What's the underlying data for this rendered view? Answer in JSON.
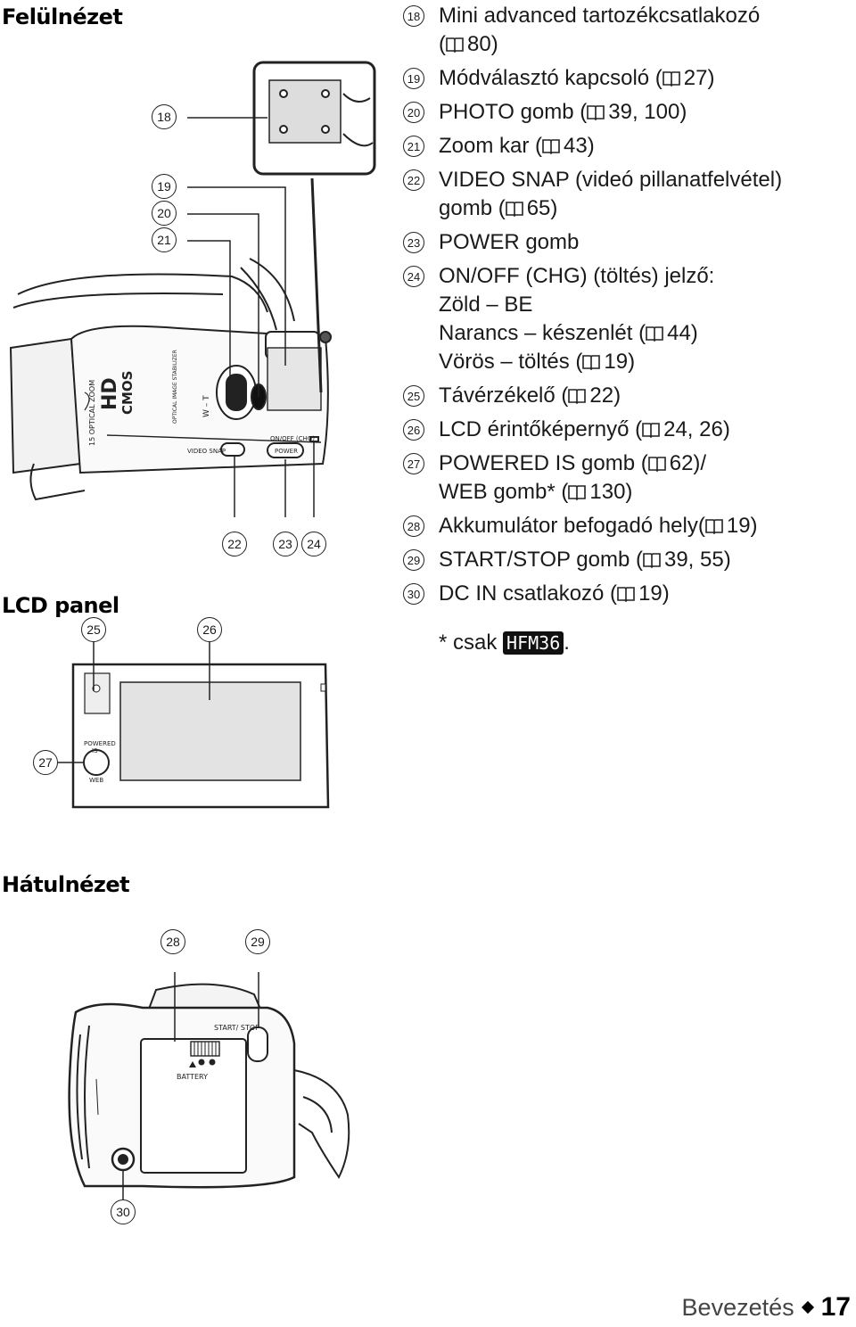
{
  "headings": {
    "top": "Felülnézet",
    "lcd": "LCD panel",
    "back": "Hátulnézet"
  },
  "items": [
    {
      "num": "18",
      "lines": [
        "Mini advanced tartozékcsatlakozó",
        "( 80)"
      ]
    },
    {
      "num": "19",
      "lines": [
        "Módválasztó kapcsoló ( 27)"
      ]
    },
    {
      "num": "20",
      "lines": [
        "PHOTO gomb ( 39, 100)"
      ]
    },
    {
      "num": "21",
      "lines": [
        "Zoom kar ( 43)"
      ]
    },
    {
      "num": "22",
      "lines": [
        "VIDEO SNAP (videó pillanatfelvétel)",
        "gomb ( 65)"
      ]
    },
    {
      "num": "23",
      "lines": [
        "POWER gomb"
      ]
    },
    {
      "num": "24",
      "lines": [
        "ON/OFF (CHG) (töltés) jelző:",
        "Zöld – BE",
        "Narancs – készenlét ( 44)",
        "Vörös – töltés ( 19)"
      ]
    },
    {
      "num": "25",
      "lines": [
        "Távérzékelő ( 22)"
      ]
    },
    {
      "num": "26",
      "lines": [
        "LCD érintőképernyő ( 24, 26)"
      ]
    },
    {
      "num": "27",
      "lines": [
        "POWERED IS gomb ( 62)/",
        "WEB gomb* ( 130)"
      ]
    },
    {
      "num": "28",
      "lines": [
        "Akkumulátor befogadó hely( 19)"
      ]
    },
    {
      "num": "29",
      "lines": [
        "START/STOP gomb ( 39, 55)"
      ]
    },
    {
      "num": "30",
      "lines": [
        "DC IN csatlakozó ( 19)"
      ]
    }
  ],
  "note": {
    "prefix": "* csak",
    "badge": "HFM36",
    "suffix": "."
  },
  "footer": {
    "section": "Bevezetés",
    "page": "17"
  },
  "callouts": {
    "c18": "18",
    "c19": "19",
    "c20": "20",
    "c21": "21",
    "c22": "22",
    "c23": "23",
    "c24": "24",
    "c25": "25",
    "c26": "26",
    "c27": "27",
    "c28": "28",
    "c29": "29",
    "c30": "30"
  },
  "device_labels": {
    "optical_zoom": "15 OPTICAL ZOOM",
    "hd": "HD",
    "cmos": "CMOS",
    "optical_is": "OPTICAL IMAGE STABILIZER",
    "wt": "W – T",
    "video_snap": "VIDEO SNAP",
    "on_off": "ON/OFF (CHG)",
    "power": "POWER",
    "powered": "POWERED",
    "is": "IS",
    "web": "WEB",
    "start_stop": "START/ STOP",
    "battery": "BATTERY"
  }
}
